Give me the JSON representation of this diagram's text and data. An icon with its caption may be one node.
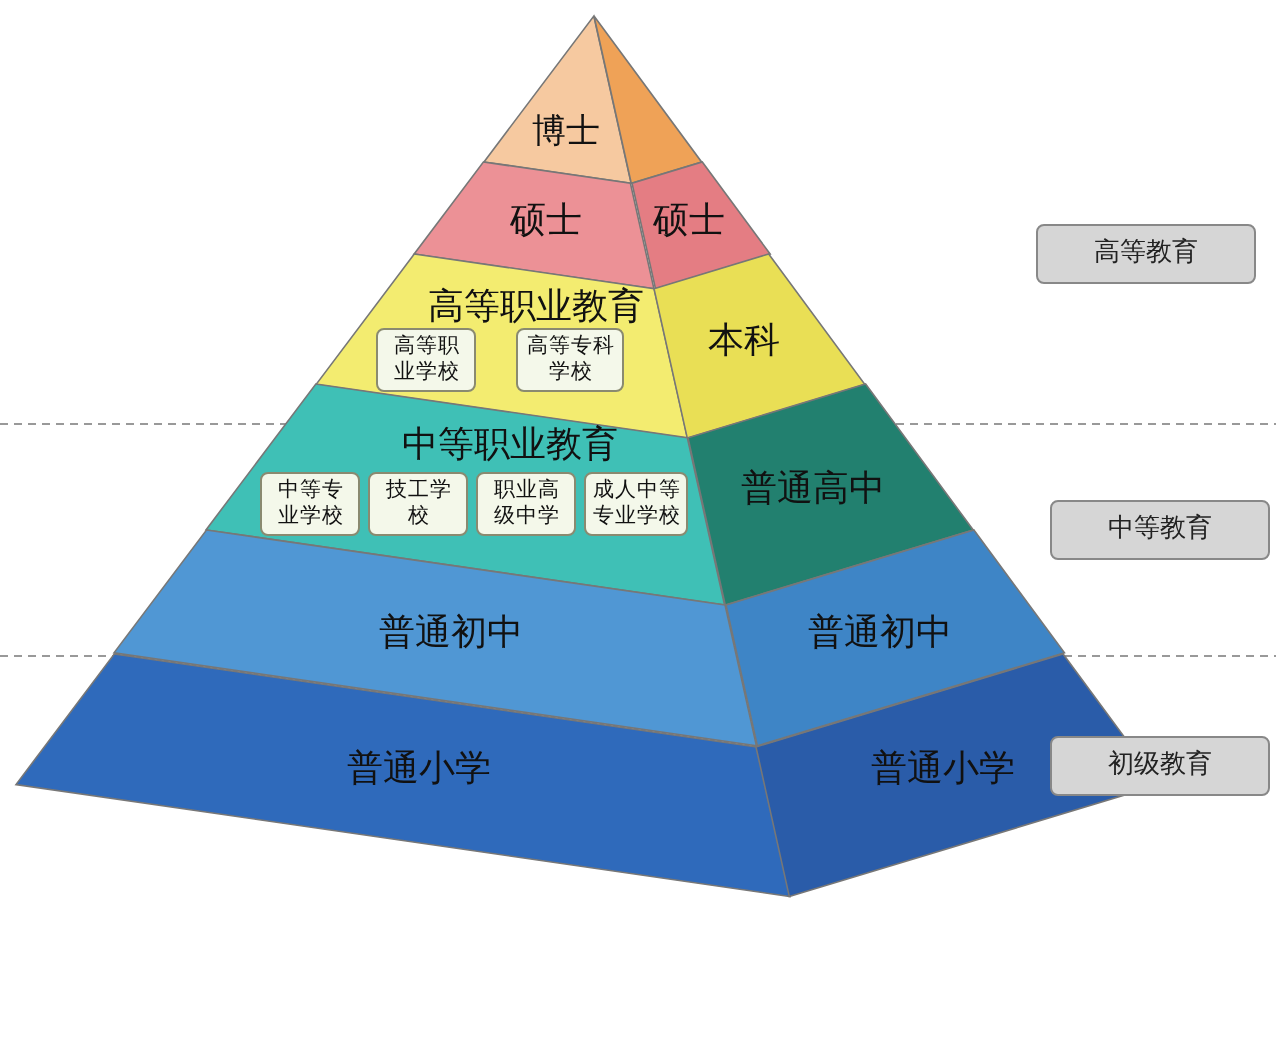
{
  "diagram": {
    "nodes": [
      {
        "text": [
          "博士"
        ]
      },
      {
        "text": [],
        "shape": "triangle"
      },
      {
        "text": [
          "硕士"
        ]
      },
      {
        "text": [
          "硕士"
        ]
      },
      {
        "text": [
          "高等职业教育"
        ]
      },
      {
        "text": [
          "高等职业学校"
        ],
        "in": 4
      },
      {
        "text": [
          "高等专科学校"
        ],
        "in": 4
      },
      {
        "text": [
          "本科"
        ]
      },
      {
        "text": [
          "中等职业教育"
        ]
      },
      {
        "text": [
          "中等专业学校"
        ],
        "in": 8
      },
      {
        "text": [
          "技工学校"
        ],
        "in": 8
      },
      {
        "text": [
          "职业高级中学"
        ],
        "in": 8
      },
      {
        "text": [
          "成人中等专业学校"
        ],
        "in": 8
      },
      {
        "text": [
          "普通高中"
        ]
      },
      {
        "text": [
          "普通初中"
        ]
      },
      {
        "text": [
          "普通初中"
        ]
      },
      {
        "text": [
          "普通小学"
        ]
      },
      {
        "text": [
          "普通小学"
        ]
      },
      {
        "text": [
          "高等教育"
        ]
      },
      {
        "text": [
          "中等教育"
        ]
      },
      {
        "text": [
          "初级教育"
        ]
      }
    ]
  }
}
